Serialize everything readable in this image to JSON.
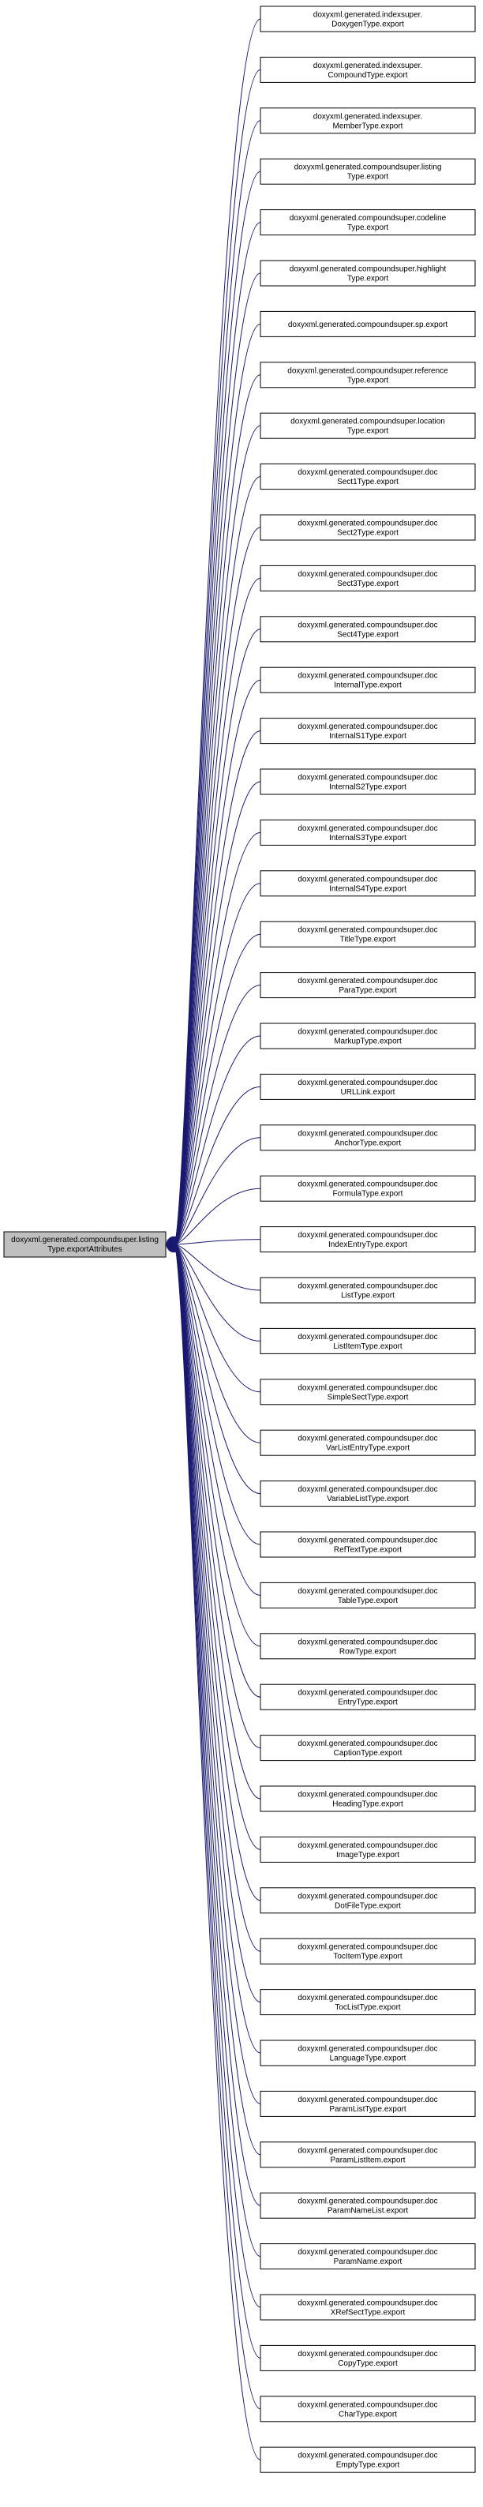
{
  "colors": {
    "edge": "#191970",
    "node_border": "#000000",
    "node_fill": "#ffffff",
    "center_fill": "#bfbfbf"
  },
  "center": {
    "lines": [
      "doxyxml.generated.compoundsuper.listing",
      "Type.exportAttributes"
    ]
  },
  "nodes": [
    {
      "lines": [
        "doxyxml.generated.indexsuper.",
        "DoxygenType.export"
      ]
    },
    {
      "lines": [
        "doxyxml.generated.indexsuper.",
        "CompoundType.export"
      ]
    },
    {
      "lines": [
        "doxyxml.generated.indexsuper.",
        "MemberType.export"
      ]
    },
    {
      "lines": [
        "doxyxml.generated.compoundsuper.listing",
        "Type.export"
      ]
    },
    {
      "lines": [
        "doxyxml.generated.compoundsuper.codeline",
        "Type.export"
      ]
    },
    {
      "lines": [
        "doxyxml.generated.compoundsuper.highlight",
        "Type.export"
      ]
    },
    {
      "lines": [
        "doxyxml.generated.compoundsuper.sp.export"
      ]
    },
    {
      "lines": [
        "doxyxml.generated.compoundsuper.reference",
        "Type.export"
      ]
    },
    {
      "lines": [
        "doxyxml.generated.compoundsuper.location",
        "Type.export"
      ]
    },
    {
      "lines": [
        "doxyxml.generated.compoundsuper.doc",
        "Sect1Type.export"
      ]
    },
    {
      "lines": [
        "doxyxml.generated.compoundsuper.doc",
        "Sect2Type.export"
      ]
    },
    {
      "lines": [
        "doxyxml.generated.compoundsuper.doc",
        "Sect3Type.export"
      ]
    },
    {
      "lines": [
        "doxyxml.generated.compoundsuper.doc",
        "Sect4Type.export"
      ]
    },
    {
      "lines": [
        "doxyxml.generated.compoundsuper.doc",
        "InternalType.export"
      ]
    },
    {
      "lines": [
        "doxyxml.generated.compoundsuper.doc",
        "InternalS1Type.export"
      ]
    },
    {
      "lines": [
        "doxyxml.generated.compoundsuper.doc",
        "InternalS2Type.export"
      ]
    },
    {
      "lines": [
        "doxyxml.generated.compoundsuper.doc",
        "InternalS3Type.export"
      ]
    },
    {
      "lines": [
        "doxyxml.generated.compoundsuper.doc",
        "InternalS4Type.export"
      ]
    },
    {
      "lines": [
        "doxyxml.generated.compoundsuper.doc",
        "TitleType.export"
      ]
    },
    {
      "lines": [
        "doxyxml.generated.compoundsuper.doc",
        "ParaType.export"
      ]
    },
    {
      "lines": [
        "doxyxml.generated.compoundsuper.doc",
        "MarkupType.export"
      ]
    },
    {
      "lines": [
        "doxyxml.generated.compoundsuper.doc",
        "URLLink.export"
      ]
    },
    {
      "lines": [
        "doxyxml.generated.compoundsuper.doc",
        "AnchorType.export"
      ]
    },
    {
      "lines": [
        "doxyxml.generated.compoundsuper.doc",
        "FormulaType.export"
      ]
    },
    {
      "lines": [
        "doxyxml.generated.compoundsuper.doc",
        "IndexEntryType.export"
      ]
    },
    {
      "lines": [
        "doxyxml.generated.compoundsuper.doc",
        "ListType.export"
      ]
    },
    {
      "lines": [
        "doxyxml.generated.compoundsuper.doc",
        "ListItemType.export"
      ]
    },
    {
      "lines": [
        "doxyxml.generated.compoundsuper.doc",
        "SimpleSectType.export"
      ]
    },
    {
      "lines": [
        "doxyxml.generated.compoundsuper.doc",
        "VarListEntryType.export"
      ]
    },
    {
      "lines": [
        "doxyxml.generated.compoundsuper.doc",
        "VariableListType.export"
      ]
    },
    {
      "lines": [
        "doxyxml.generated.compoundsuper.doc",
        "RefTextType.export"
      ]
    },
    {
      "lines": [
        "doxyxml.generated.compoundsuper.doc",
        "TableType.export"
      ]
    },
    {
      "lines": [
        "doxyxml.generated.compoundsuper.doc",
        "RowType.export"
      ]
    },
    {
      "lines": [
        "doxyxml.generated.compoundsuper.doc",
        "EntryType.export"
      ]
    },
    {
      "lines": [
        "doxyxml.generated.compoundsuper.doc",
        "CaptionType.export"
      ]
    },
    {
      "lines": [
        "doxyxml.generated.compoundsuper.doc",
        "HeadingType.export"
      ]
    },
    {
      "lines": [
        "doxyxml.generated.compoundsuper.doc",
        "ImageType.export"
      ]
    },
    {
      "lines": [
        "doxyxml.generated.compoundsuper.doc",
        "DotFileType.export"
      ]
    },
    {
      "lines": [
        "doxyxml.generated.compoundsuper.doc",
        "TocItemType.export"
      ]
    },
    {
      "lines": [
        "doxyxml.generated.compoundsuper.doc",
        "TocListType.export"
      ]
    },
    {
      "lines": [
        "doxyxml.generated.compoundsuper.doc",
        "LanguageType.export"
      ]
    },
    {
      "lines": [
        "doxyxml.generated.compoundsuper.doc",
        "ParamListType.export"
      ]
    },
    {
      "lines": [
        "doxyxml.generated.compoundsuper.doc",
        "ParamListItem.export"
      ]
    },
    {
      "lines": [
        "doxyxml.generated.compoundsuper.doc",
        "ParamNameList.export"
      ]
    },
    {
      "lines": [
        "doxyxml.generated.compoundsuper.doc",
        "ParamName.export"
      ]
    },
    {
      "lines": [
        "doxyxml.generated.compoundsuper.doc",
        "XRefSectType.export"
      ]
    },
    {
      "lines": [
        "doxyxml.generated.compoundsuper.doc",
        "CopyType.export"
      ]
    },
    {
      "lines": [
        "doxyxml.generated.compoundsuper.doc",
        "CharType.export"
      ]
    },
    {
      "lines": [
        "doxyxml.generated.compoundsuper.doc",
        "EmptyType.export"
      ]
    }
  ]
}
